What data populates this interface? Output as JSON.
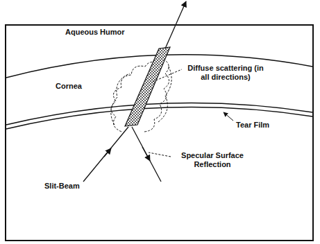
{
  "diagram": {
    "labels": [
      "Aqueous Humor",
      "Cornea",
      "Diffuse scattering (in all directions)",
      "Tear Film",
      "Slit-Beam",
      "Specular Surface Reflection"
    ]
  }
}
